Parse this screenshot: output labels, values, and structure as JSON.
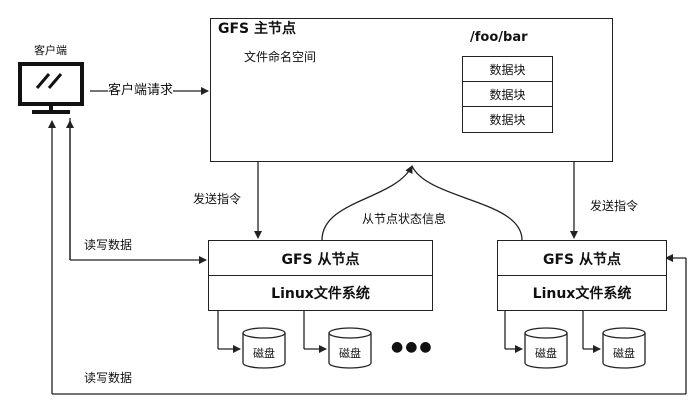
{
  "client": {
    "label": "客户端"
  },
  "master": {
    "title": "GFS 主节点",
    "namespace_label": "文件命名空间",
    "file_path": "/foo/bar",
    "chunks": [
      "数据块",
      "数据块",
      "数据块"
    ]
  },
  "edges": {
    "client_request": "客户端请求",
    "send_cmd_left": "发送指令",
    "send_cmd_right": "发送指令",
    "slave_status": "从节点状态信息",
    "read_write_top": "读写数据",
    "read_write_bottom": "读写数据"
  },
  "slaves": [
    {
      "title": "GFS 从节点",
      "fs": "Linux文件系统",
      "disks": [
        "磁盘",
        "磁盘"
      ]
    },
    {
      "title": "GFS 从节点",
      "fs": "Linux文件系统",
      "disks": [
        "磁盘",
        "磁盘"
      ]
    }
  ],
  "ellipsis": "●●●"
}
